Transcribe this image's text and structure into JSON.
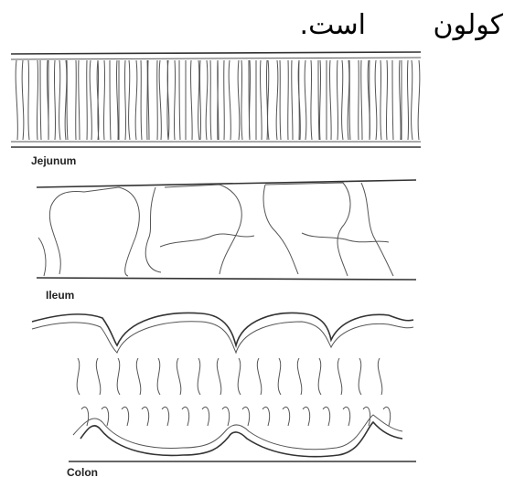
{
  "heading": {
    "text_right": "کولون",
    "text_left": "است."
  },
  "figure": {
    "labels": {
      "jejunum": "Jejunum",
      "ileum": "Ileum",
      "colon": "Colon"
    }
  }
}
